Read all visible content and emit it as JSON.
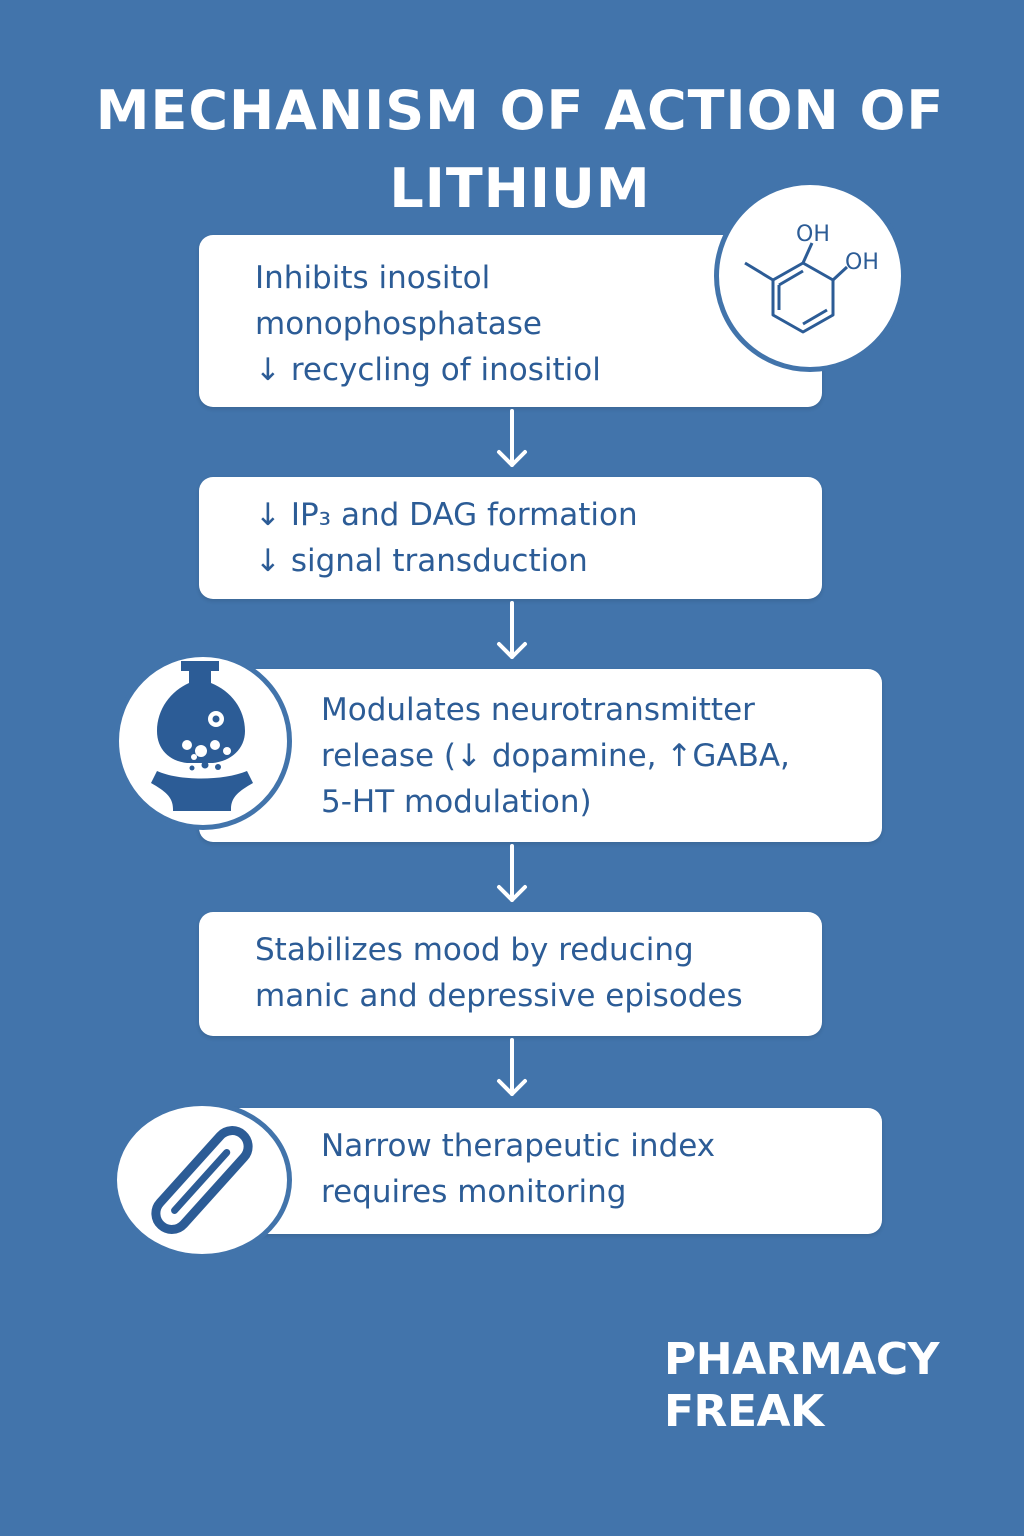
{
  "title": {
    "line1": "MECHANISM OF ACTION OF",
    "line2": "LITHIUM"
  },
  "steps": [
    {
      "lines": [
        "Inhibits inositol",
        "monophosphatase",
        "↓ recycling of inositiol"
      ]
    },
    {
      "lines": [
        "↓ IP₃ and DAG formation",
        "↓ signal transduction"
      ]
    },
    {
      "lines": [
        "Modulates neurotransmitter",
        "release (↓ dopamine, ↑GABA,",
        "5-HT modulation)"
      ]
    },
    {
      "lines": [
        "Stabilizes mood by reducing",
        "manic and depressive episodes"
      ]
    },
    {
      "lines": [
        "Narrow therapeutic index",
        "requires monitoring"
      ]
    }
  ],
  "molecule": {
    "label_oh1": "OH",
    "label_oh2": "OH"
  },
  "icons": {
    "step1": "catechol-molecule-icon",
    "step3": "synapse-icon",
    "step5": "capsule-icon"
  },
  "brand": {
    "line1": "PHARMACY",
    "line2": "FREAK"
  },
  "colors": {
    "background": "#4274ab",
    "card": "#ffffff",
    "text": "#2c5c96"
  }
}
